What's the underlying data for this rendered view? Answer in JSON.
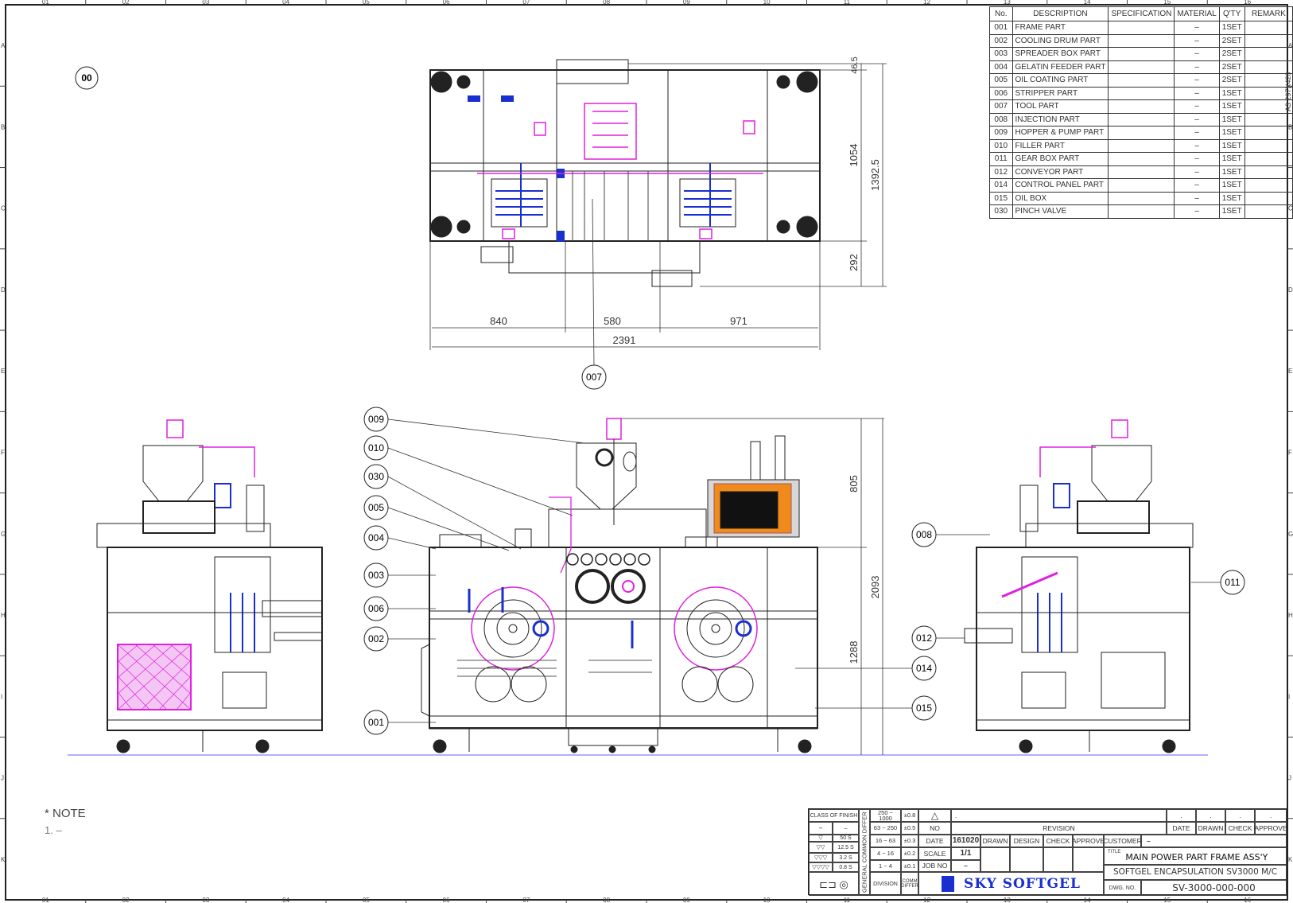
{
  "sheet": {
    "columns": [
      "01",
      "02",
      "03",
      "04",
      "05",
      "06",
      "07",
      "08",
      "09",
      "10",
      "11",
      "12",
      "13",
      "14",
      "15",
      "16"
    ],
    "rows": [
      "A",
      "B",
      "C",
      "D",
      "E",
      "F",
      "G",
      "H",
      "I",
      "J",
      "K"
    ],
    "paper_size": "A3 297X420",
    "colors": {
      "line": "#222222",
      "magenta": "#e020e0",
      "blue": "#1a2fd0",
      "orange": "#f08a1c",
      "ground": "#6060ff"
    }
  },
  "views": {
    "assembly_balloon": "00",
    "top_view": {
      "balloon": "007",
      "dimensions": {
        "width_left": "840",
        "width_mid": "580",
        "width_right": "971",
        "width_total": "2391",
        "depth_top": "46.5",
        "depth_main": "1054",
        "depth_bottom": "292",
        "depth_total": "1392.5"
      }
    },
    "front_view": {
      "balloons_left": [
        "009",
        "010",
        "030",
        "005",
        "004",
        "003",
        "006",
        "002",
        "001"
      ],
      "balloons_right": [
        "008",
        "012",
        "014",
        "015"
      ],
      "dimensions": {
        "upper": "805",
        "total": "2093",
        "lower": "1288"
      }
    },
    "side_view": {
      "balloon": "011"
    }
  },
  "parts_list": {
    "headers": [
      "No.",
      "DESCRIPTION",
      "SPECIFICATION",
      "MATERIAL",
      "Q'TY",
      "REMARK"
    ],
    "rows": [
      {
        "no": "001",
        "desc": "FRAME PART",
        "spec": "",
        "material": "–",
        "qty": "1SET",
        "remark": ""
      },
      {
        "no": "002",
        "desc": "COOLING DRUM PART",
        "spec": "",
        "material": "–",
        "qty": "2SET",
        "remark": ""
      },
      {
        "no": "003",
        "desc": "SPREADER BOX PART",
        "spec": "",
        "material": "–",
        "qty": "2SET",
        "remark": ""
      },
      {
        "no": "004",
        "desc": "GELATIN FEEDER PART",
        "spec": "",
        "material": "–",
        "qty": "2SET",
        "remark": ""
      },
      {
        "no": "005",
        "desc": "OIL COATING PART",
        "spec": "",
        "material": "–",
        "qty": "2SET",
        "remark": ""
      },
      {
        "no": "006",
        "desc": "STRIPPER PART",
        "spec": "",
        "material": "–",
        "qty": "1SET",
        "remark": ""
      },
      {
        "no": "007",
        "desc": "TOOL PART",
        "spec": "",
        "material": "–",
        "qty": "1SET",
        "remark": ""
      },
      {
        "no": "008",
        "desc": "INJECTION PART",
        "spec": "",
        "material": "–",
        "qty": "1SET",
        "remark": ""
      },
      {
        "no": "009",
        "desc": "HOPPER & PUMP PART",
        "spec": "",
        "material": "–",
        "qty": "1SET",
        "remark": ""
      },
      {
        "no": "010",
        "desc": "FILLER PART",
        "spec": "",
        "material": "–",
        "qty": "1SET",
        "remark": ""
      },
      {
        "no": "011",
        "desc": "GEAR BOX PART",
        "spec": "",
        "material": "–",
        "qty": "1SET",
        "remark": ""
      },
      {
        "no": "012",
        "desc": "CONVEYOR PART",
        "spec": "",
        "material": "–",
        "qty": "1SET",
        "remark": ""
      },
      {
        "no": "014",
        "desc": "CONTROL PANEL PART",
        "spec": "",
        "material": "–",
        "qty": "1SET",
        "remark": ""
      },
      {
        "no": "015",
        "desc": "OIL BOX",
        "spec": "",
        "material": "–",
        "qty": "1SET",
        "remark": ""
      },
      {
        "no": "030",
        "desc": "PINCH VALVE",
        "spec": "",
        "material": "–",
        "qty": "1SET",
        "remark": ""
      }
    ]
  },
  "note": {
    "heading": "* NOTE",
    "line1": "1. –"
  },
  "title_block": {
    "finish": {
      "header": "CLASS OF FINISH",
      "rows": [
        [
          "∼",
          "–"
        ],
        [
          "▽",
          "50 S"
        ],
        [
          "▽▽",
          "12.5 S"
        ],
        [
          "▽▽▽",
          "3.2 S"
        ],
        [
          "▽▽▽▽",
          "0.8 S"
        ]
      ]
    },
    "common_differ_label": "GENERAL COMMON DIFFER",
    "tolerances": [
      [
        "250 ~ 1000",
        "±0.8"
      ],
      [
        "63 ~ 250",
        "±0.5"
      ],
      [
        "16 ~ 63",
        "±0.3"
      ],
      [
        "4 ~ 16",
        "±0.2"
      ],
      [
        "1 ~ 4",
        "±0.1"
      ]
    ],
    "division": "DIVISION",
    "comm_differ": "COMM DIFFER",
    "revision": {
      "symbol": "△",
      "entry": ".",
      "no": "NO",
      "label": "REVISION",
      "date": "DATE",
      "drawn": "DRAWN",
      "check": "CHECK",
      "approve": "APPROVE",
      "date_val": ".",
      "drawn_val": ".",
      "check_val": ".",
      "approve_val": "."
    },
    "date_label": "DATE",
    "date": "161020",
    "drawn": "DRAWN",
    "design": "DESIGN",
    "check": "CHECK",
    "approve": "APPROVE",
    "customer_label": "CUSTOMER",
    "customer": "–",
    "scale_label": "SCALE",
    "scale": "1/1",
    "job_label": "JOB NO",
    "job": "–",
    "company": "SKY SOFTGEL",
    "title_label": "TITLE",
    "title": "MAIN POWER PART FRAME ASS'Y",
    "subtitle": "SOFTGEL ENCAPSULATION SV3000 M/C",
    "dwg_label": "DWG. NO.",
    "dwg_no": "SV-3000-000-000"
  }
}
